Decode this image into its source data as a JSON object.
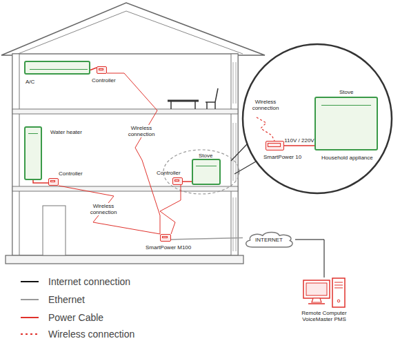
{
  "diagram": {
    "nodes": [
      {
        "text": [
          "A/C"
        ]
      },
      {
        "text": [
          "Controller"
        ]
      },
      {
        "text": [
          "Water heater"
        ]
      },
      {
        "text": [
          "Controller"
        ]
      },
      {
        "text": [
          "Stove"
        ]
      },
      {
        "text": [
          "Controller"
        ]
      },
      {
        "text": [
          "SmartPower 10"
        ]
      },
      {
        "text": [
          "Stove",
          "Household appliance"
        ]
      },
      {
        "text": [
          "SmartPower M100"
        ]
      },
      {
        "text": [
          "INTERNET"
        ]
      },
      {
        "text": [
          "Remote Computer VoiceMaster PMS"
        ]
      }
    ],
    "edges": [
      {
        "from": 0,
        "to": 1,
        "arrow": "none"
      },
      {
        "from": 2,
        "to": 3,
        "arrow": "none"
      },
      {
        "from": 4,
        "to": 5,
        "arrow": "none"
      },
      {
        "from": 6,
        "to": 7,
        "label": "110V / 220V",
        "arrow": "none"
      },
      {
        "from": 1,
        "to": 8,
        "label": "Wireless connection",
        "arrow": "none"
      },
      {
        "from": 3,
        "to": 8,
        "label": "Wireless connection",
        "arrow": "none"
      },
      {
        "from": 5,
        "to": 8,
        "arrow": "none"
      },
      {
        "from": 8,
        "to": 9,
        "arrow": "none"
      },
      {
        "from": 9,
        "to": 10,
        "arrow": "none"
      }
    ],
    "labels": [
      "Wireless connection"
    ],
    "legend": [
      {
        "text": "Internet connection"
      },
      {
        "text": "Ethernet"
      },
      {
        "text": "Power Cable"
      },
      {
        "text": "Wireless connection"
      }
    ]
  }
}
